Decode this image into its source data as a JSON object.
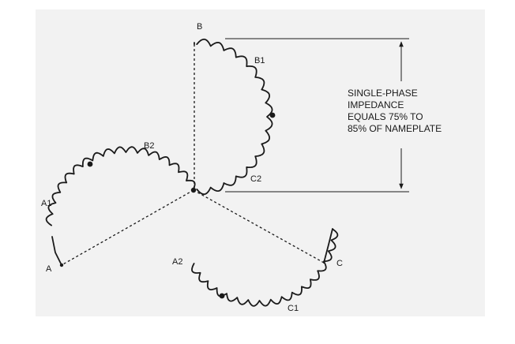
{
  "labels": {
    "a": "A",
    "b": "B",
    "c": "C",
    "a1": "A1",
    "a2": "A2",
    "b1": "B1",
    "b2": "B2",
    "c1": "C1",
    "c2": "C2"
  },
  "note": {
    "lines": [
      "SINGLE-PHASE",
      "IMPEDANCE",
      "EQUALS 75% TO",
      "85% OF NAMEPLATE"
    ]
  },
  "colors": {
    "panel": "#f2f2f2",
    "ink": "#1a1a1a"
  }
}
